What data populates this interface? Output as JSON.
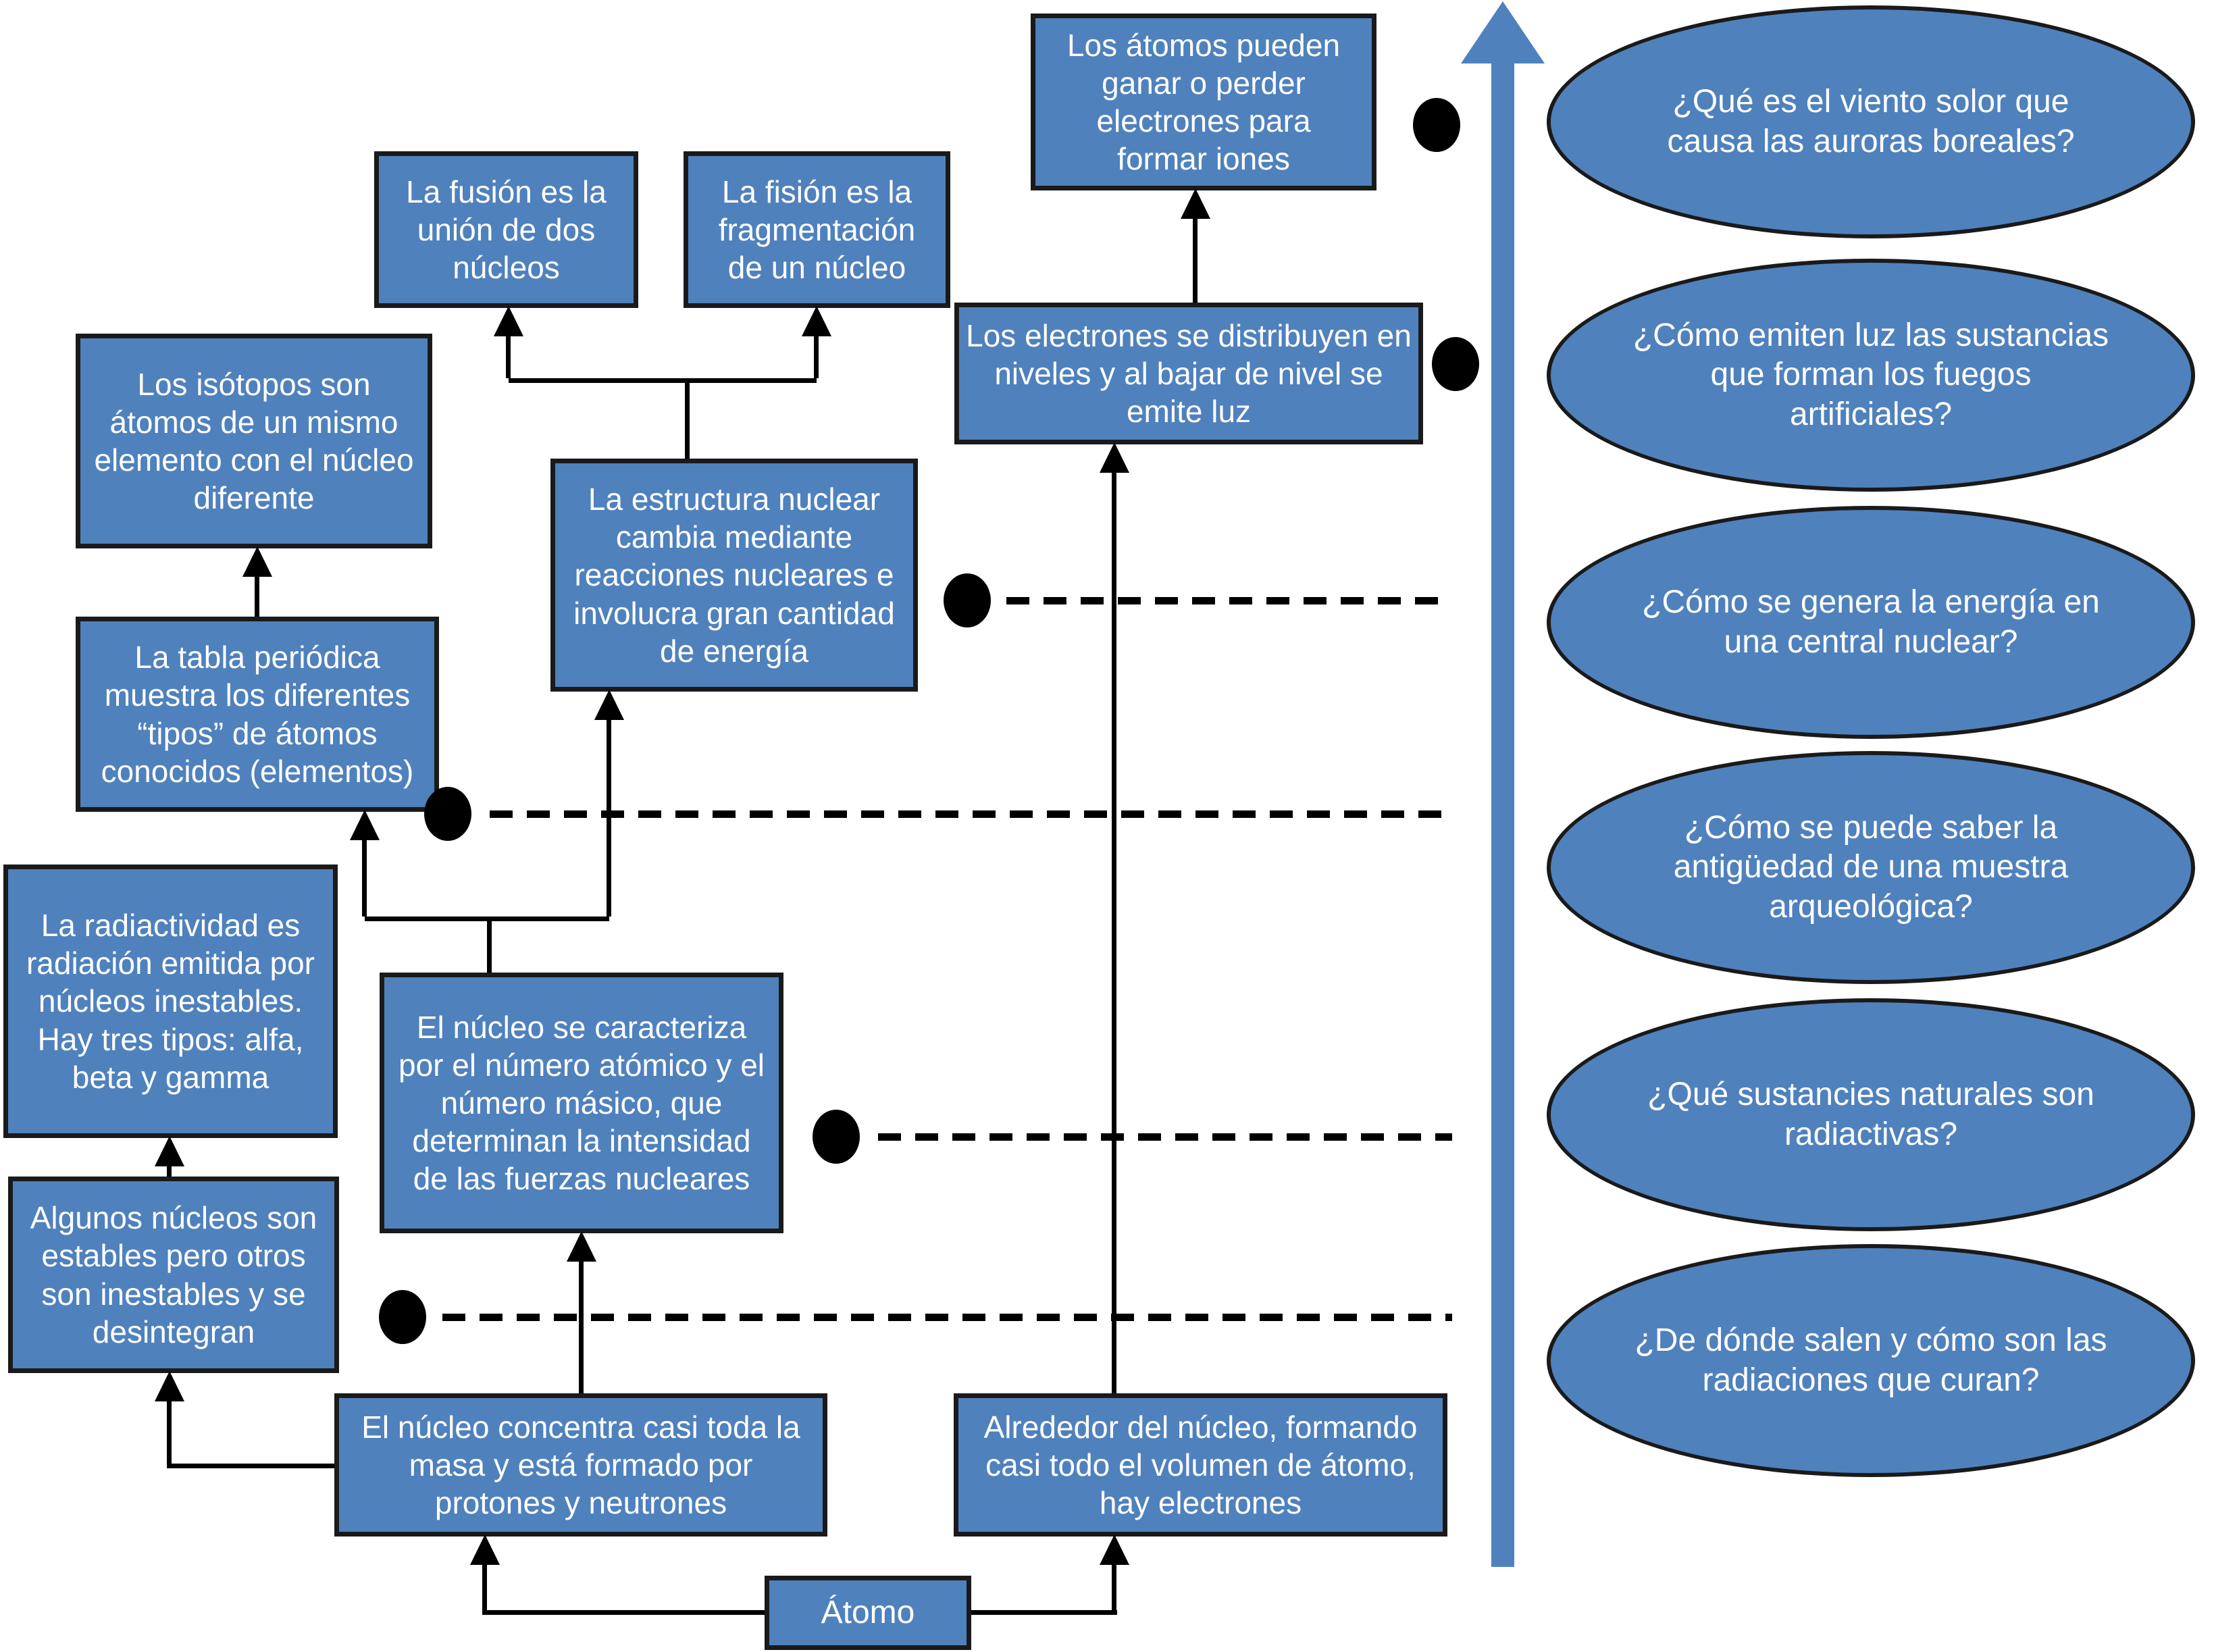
{
  "palette": {
    "shape_fill": "#4F81BD",
    "shape_border": "#1A1A1A",
    "shape_text": "#FFFFFF",
    "connector_color": "#000000",
    "background": "#FFFFFF"
  },
  "concept_map": {
    "root_label": "Átomo",
    "boxes": {
      "atomos_iones": "Los átomos pueden ganar o perder electrones para formar iones",
      "fusion": "La fusión es la unión de dos núcleos",
      "fision": "La fisión es la fragmentación de un núcleo",
      "isotopos": "Los isótopos son átomos de un mismo elemento con el núcleo diferente",
      "electrones_niveles": "Los electrones se distribuyen en niveles y al bajar de nivel se emite luz",
      "estructura_nuclear": "La estructura nuclear cambia mediante reacciones nucleares e involucra gran cantidad de energía",
      "tabla_periodica": "La tabla periódica muestra los diferentes “tipos” de átomos conocidos (elementos)",
      "radiactividad": "La radiactividad es radiación emitida por núcleos inestables. Hay tres tipos: alfa, beta y gamma",
      "nucleo_caracteriza": "El núcleo se caracteriza por el número atómico y el número másico, que determinan la intensidad de las fuerzas nucleares",
      "algunos_nucleos": "Algunos núcleos son estables pero otros son inestables y se desintegran",
      "nucleo_concentra": "El núcleo concentra casi toda la masa y está formado por protones y neutrones",
      "alrededor_nucleo": "Alrededor del núcleo, formando casi todo el volumen de átomo, hay electrones"
    }
  },
  "questions": [
    "¿Qué es el viento solor que causa las auroras boreales?",
    "¿Cómo emiten luz las sustancias que forman los fuegos artificiales?",
    "¿Cómo se genera la energía en una central nuclear?",
    "¿Cómo se puede saber la antigüedad de una muestra arqueológica?",
    "¿Qué sustancies naturales son radiactivas?",
    "¿De dónde salen y cómo son las radiaciones que curan?"
  ]
}
